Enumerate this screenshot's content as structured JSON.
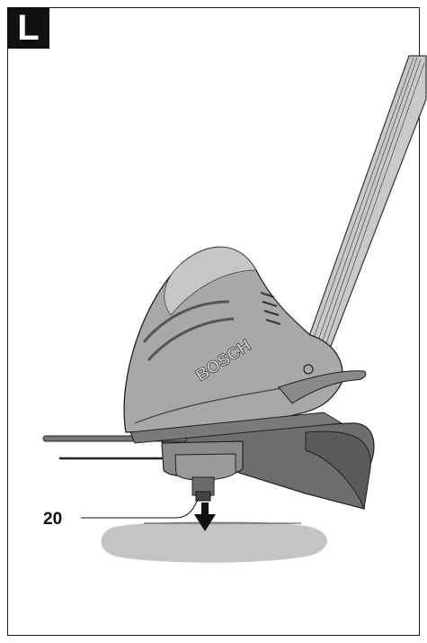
{
  "figure": {
    "label": "L",
    "callout_number": "20",
    "brand_text": "BOSCH"
  }
}
